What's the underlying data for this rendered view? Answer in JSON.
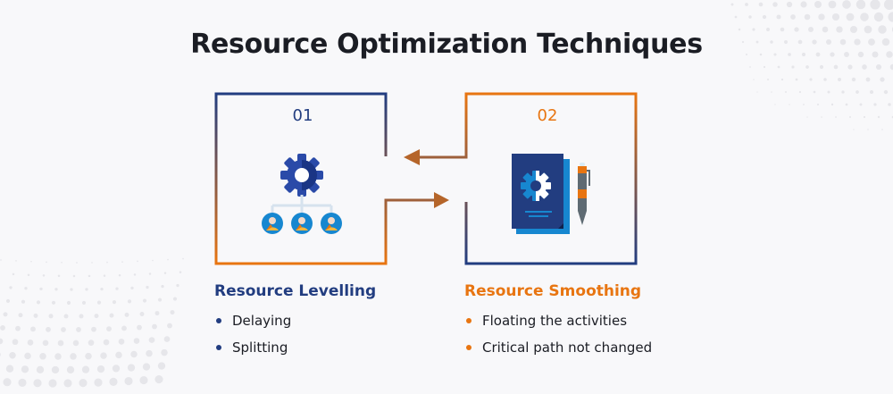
{
  "title": "Resource Optimization Techniques",
  "colors": {
    "blue": "#223d80",
    "orange": "#e87511",
    "arrow": "#b5652a",
    "text": "#1b1d24"
  },
  "techniques": [
    {
      "number": "01",
      "heading": "Resource Levelling",
      "icon": "gear-hierarchy-icon",
      "bullets": [
        "Delaying",
        "Splitting"
      ]
    },
    {
      "number": "02",
      "heading": "Resource Smoothing",
      "icon": "document-gear-pen-icon",
      "bullets": [
        "Floating the activities",
        "Critical path not changed"
      ]
    }
  ],
  "connectors": [
    {
      "from": "02",
      "to": "01",
      "direction": "left",
      "icon": "arrow-left-icon"
    },
    {
      "from": "01",
      "to": "02",
      "direction": "right",
      "icon": "arrow-right-icon"
    }
  ]
}
